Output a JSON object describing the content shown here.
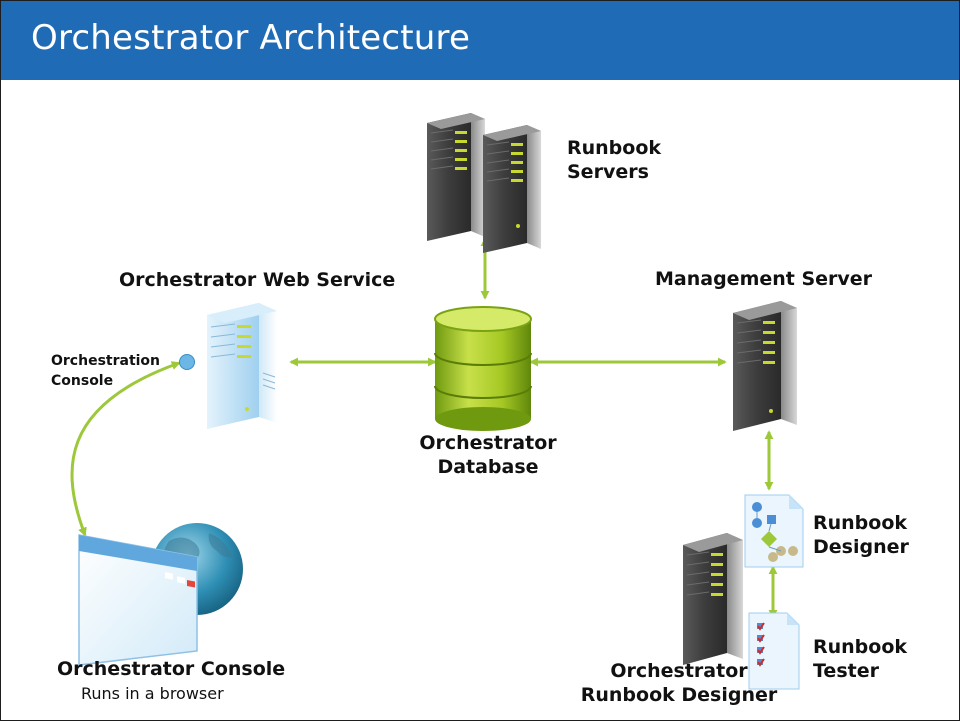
{
  "slide": {
    "title": "Orchestrator Architecture"
  },
  "nodes": {
    "runbook_servers": {
      "label": "Runbook\nServers",
      "line1": "Runbook",
      "line2": "Servers"
    },
    "web_service": {
      "label": "Orchestrator Web Service"
    },
    "management_server": {
      "label": "Management Server"
    },
    "database": {
      "line1": "Orchestrator",
      "line2": "Database"
    },
    "orchestration_console": {
      "line1": "Orchestration",
      "line2": "Console"
    },
    "console": {
      "label": "Orchestrator Console",
      "sublabel": "Runs in a browser"
    },
    "runbook_designer": {
      "line1": "Runbook",
      "line2": "Designer"
    },
    "runbook_tester": {
      "line1": "Runbook",
      "line2": "Tester"
    },
    "orch_runbook_designer": {
      "line1": "Orchestrator",
      "line2": "Runbook Designer"
    }
  },
  "colors": {
    "title_bar": "#1f6bb6",
    "connector": "#9cc83a",
    "database": "#a7c820",
    "server_dark": "#3a3a3a",
    "server_light": "#b9ddf4"
  }
}
